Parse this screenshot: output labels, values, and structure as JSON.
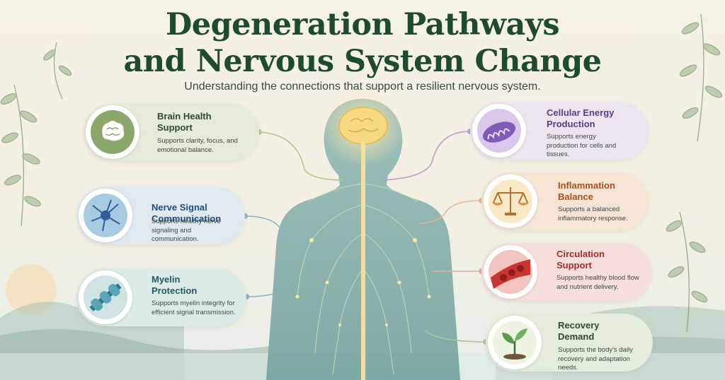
{
  "header": {
    "title_line1": "Degeneration Pathways",
    "title_line2": "and Nervous System Change",
    "subtitle": "Understanding the connections that support a resilient nervous system."
  },
  "cards": [
    {
      "title": "Brain Health Support",
      "desc": "Supports clarity, focus, and emotional balance.",
      "icon": "brain-icon",
      "accent": "#7a9a5a"
    },
    {
      "title": "Nerve Signal Communication",
      "desc": "Supports healthy nerve signaling and communication.",
      "icon": "neuron-icon",
      "accent": "#3f7fa8"
    },
    {
      "title": "Myelin Protection",
      "desc": "Supports myelin integrity for efficient signal transmission.",
      "icon": "myelin-icon",
      "accent": "#2f7a8a"
    },
    {
      "title": "Cellular Energy Production",
      "desc": "Supports energy production for cells and tissues.",
      "icon": "mitochondria-icon",
      "accent": "#6a4aa0"
    },
    {
      "title": "Inflammation Balance",
      "desc": "Supports a balanced inflammatory response.",
      "icon": "scale-icon",
      "accent": "#c0662a"
    },
    {
      "title": "Circulation Support",
      "desc": "Supports healthy blood flow and nutrient delivery.",
      "icon": "blood-vessel-icon",
      "accent": "#b8322e"
    },
    {
      "title": "Recovery Demand",
      "desc": "Supports the body's daily recovery and adaptation needs.",
      "icon": "sprout-icon",
      "accent": "#3e6e3a"
    }
  ]
}
